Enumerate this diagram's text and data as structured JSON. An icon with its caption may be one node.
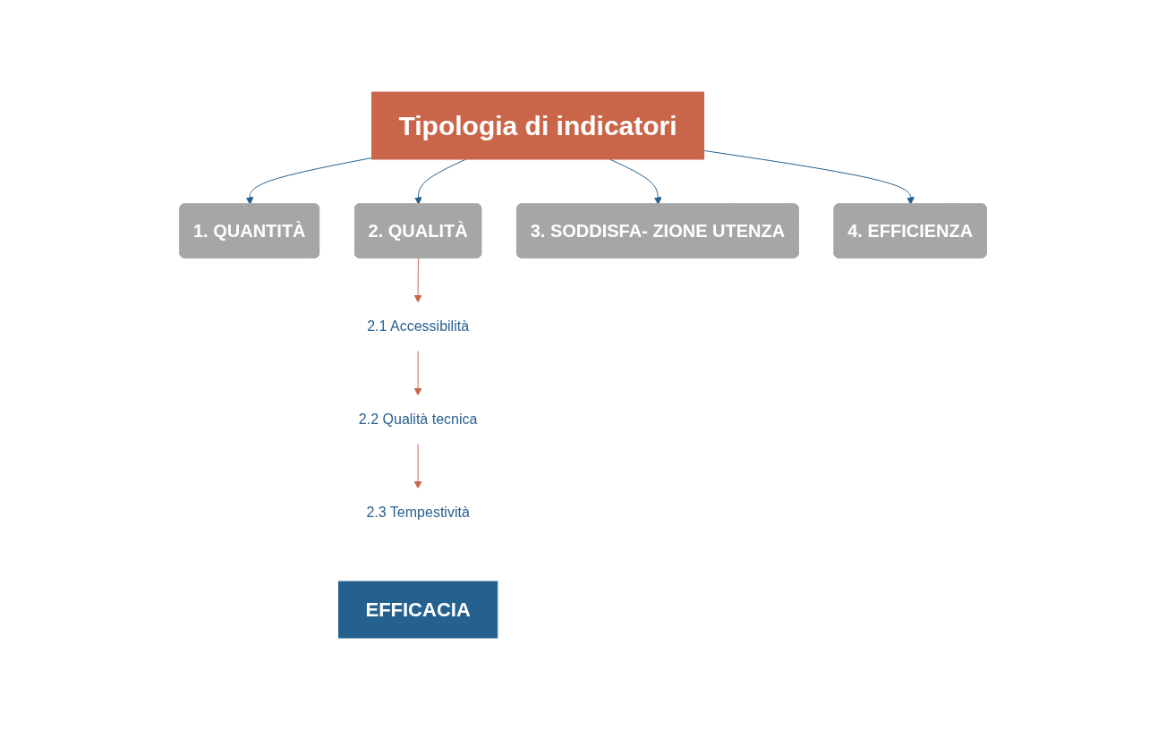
{
  "diagram": {
    "nodes": [
      {
        "text": [
          "Tipologia di indicatori"
        ]
      },
      {
        "text": [
          "1. QUANTITÀ"
        ]
      },
      {
        "text": [
          "2. QUALITÀ"
        ]
      },
      {
        "text": [
          "3. SODDISFA- ZIONE UTENZA"
        ]
      },
      {
        "text": [
          "4. EFFICIENZA"
        ]
      },
      {
        "text": [
          "2.1 Accessibilità"
        ]
      },
      {
        "text": [
          "2.2 Qualità tecnica"
        ]
      },
      {
        "text": [
          "2.3 Tempestività"
        ]
      },
      {
        "text": [
          "EFFICACIA"
        ]
      }
    ],
    "edges": [
      {
        "from": 0,
        "to": 1,
        "arrow": "to"
      },
      {
        "from": 0,
        "to": 2,
        "arrow": "to"
      },
      {
        "from": 0,
        "to": 3,
        "arrow": "to"
      },
      {
        "from": 0,
        "to": 4,
        "arrow": "to"
      },
      {
        "from": 2,
        "to": 5,
        "arrow": "to",
        "color": "#c9664a"
      },
      {
        "from": 5,
        "to": 6,
        "arrow": "to",
        "color": "#c9664a"
      },
      {
        "from": 6,
        "to": 7,
        "arrow": "to",
        "color": "#c9664a"
      }
    ]
  }
}
